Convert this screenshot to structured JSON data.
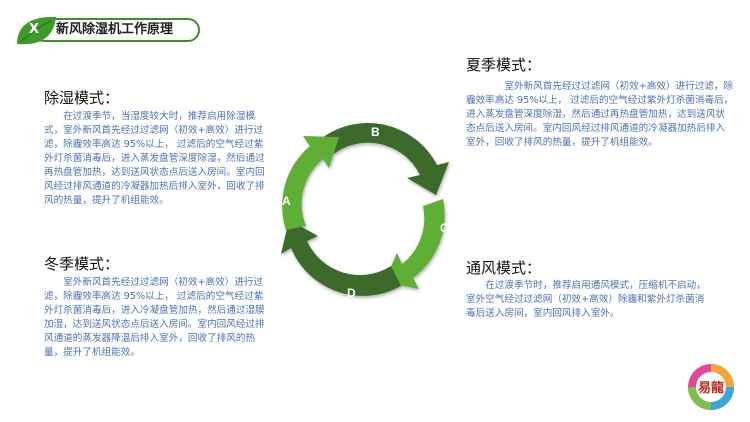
{
  "header": {
    "badge": "X",
    "title": "新风除湿机工作原理"
  },
  "modes": {
    "dehumidify": {
      "title": "除湿模式：",
      "text": "在过渡季节，当湿度较大时，推荐启用除湿模式，室外新风首先经过过滤网（初效+高效）进行过滤，除霾效率高达 95%以上， 过滤后的空气经过紫外灯杀菌消毒后，进入蒸发盘管深度除湿，然后通过再热盘管加热，达到送风状态点后送入房间。室内回风经过排风通道的冷凝器加热后排入室外，回收了排风的热量，提升了机组能效。"
    },
    "summer": {
      "title": "夏季模式：",
      "text": "室外新风首先经过过滤网（初效+高效）进行过滤，除霾效率高达 95%以上， 过滤后的空气经过紫外灯杀菌消毒后，进入蒸发盘管深度除湿，然后通过再热盘管加热，达到送风状态点后送入房间。室内回风经过排风通道的冷凝器加热后排入室外，回收了排风的热量，提升了机组能效。"
    },
    "winter": {
      "title": "冬季模式：",
      "text": "室外新风首先经过过滤网（初效+高效）进行过滤，除霾效率高达 95%以上， 过滤后的空气经过紫外灯杀菌消毒后，进入冷凝盘管加热，然后通过湿膜加湿，达到送风状态点后送入房间。室内回风经过排风通道的蒸发器降温后排入室外，回收了排风的热量，提升了机组能效。"
    },
    "ventilation": {
      "title": "通风模式：",
      "text": "在过渡季节时，推荐启用通风模式，压缩机不启动，室外空气经过过滤网（初效+高效）除霾和紫外灯杀菌消毒后送入房间，室内回风排入室外。"
    }
  },
  "cycle": {
    "labels": {
      "a": "A",
      "b": "B",
      "c": "C",
      "d": "D"
    },
    "colors": {
      "light": "#5fae34",
      "dark": "#3a6a2c"
    }
  },
  "logo": {
    "text": "易龍"
  }
}
